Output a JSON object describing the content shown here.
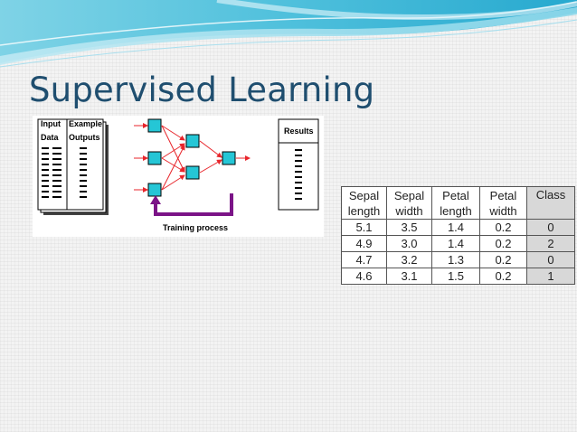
{
  "slide": {
    "title": "Supervised Learning"
  },
  "diagram": {
    "input_header_line1": "Input",
    "input_header_line2": "Data",
    "example_header_line1": "Example",
    "example_header_line2": "Outputs",
    "results_label": "Results",
    "training_label": "Training process",
    "node_color": "#25c6d6",
    "arrow_color": "#e8252b",
    "feedback_color": "#7b1487"
  },
  "table": {
    "headers": [
      {
        "line1": "Sepal",
        "line2": "length"
      },
      {
        "line1": "Sepal",
        "line2": "width"
      },
      {
        "line1": "Petal",
        "line2": "length"
      },
      {
        "line1": "Petal",
        "line2": "width"
      },
      {
        "line1": "Class",
        "line2": ""
      }
    ],
    "rows": [
      [
        "5.1",
        "3.5",
        "1.4",
        "0.2",
        "0"
      ],
      [
        "4.9",
        "3.0",
        "1.4",
        "0.2",
        "2"
      ],
      [
        "4.7",
        "3.2",
        "1.3",
        "0.2",
        "0"
      ],
      [
        "4.6",
        "3.1",
        "1.5",
        "0.2",
        "1"
      ]
    ]
  }
}
